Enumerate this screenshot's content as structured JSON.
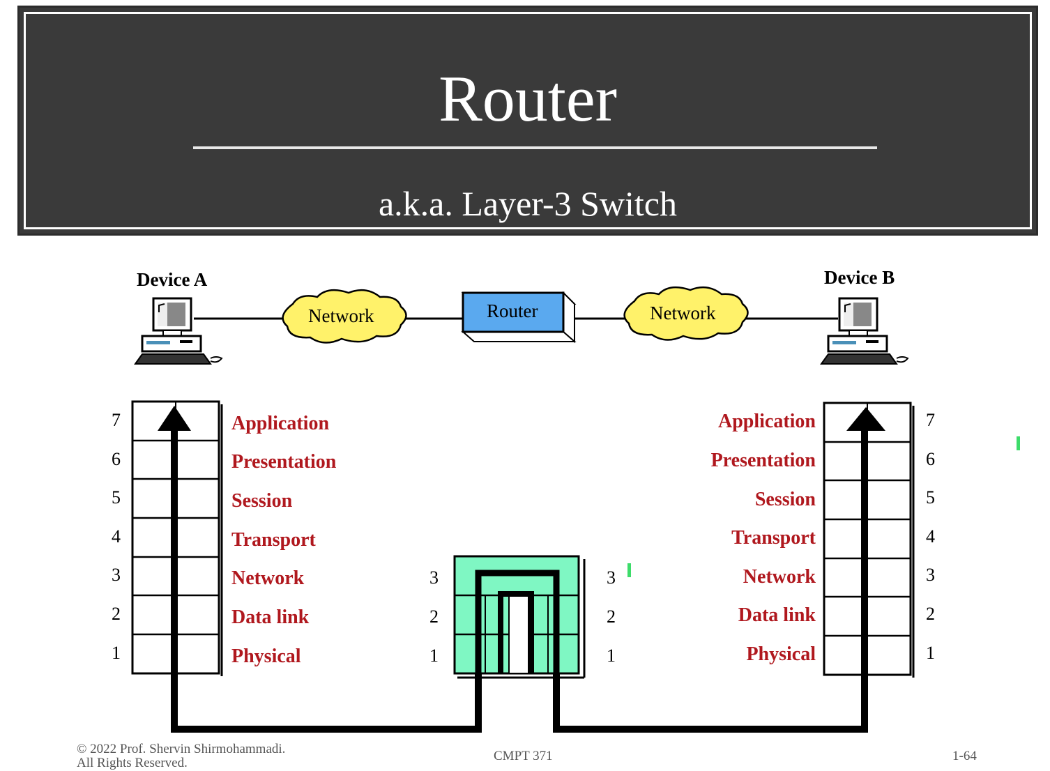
{
  "header": {
    "title": "Router",
    "subtitle": "a.k.a. Layer-3 Switch"
  },
  "topology": {
    "device_a": "Device A",
    "device_b": "Device B",
    "network_left": "Network",
    "router": "Router",
    "network_right": "Network"
  },
  "layers": {
    "names": [
      "Application",
      "Presentation",
      "Session",
      "Transport",
      "Network",
      "Data link",
      "Physical"
    ],
    "numbers": [
      "7",
      "6",
      "5",
      "4",
      "3",
      "2",
      "1"
    ],
    "router_numbers": [
      "3",
      "2",
      "1"
    ]
  },
  "footer": {
    "copyright": "© 2022 Prof. Shervin Shirmohammadi.",
    "copyright_line2": "All Rights Reserved.",
    "course": "CMPT 371",
    "page": "1-64"
  },
  "colors": {
    "header_bg": "#3a3a3a",
    "layer_text": "#b0181e",
    "router_box": "#5aa9ef",
    "cloud": "#fff26a",
    "router_stack": "#7ff7c3"
  }
}
